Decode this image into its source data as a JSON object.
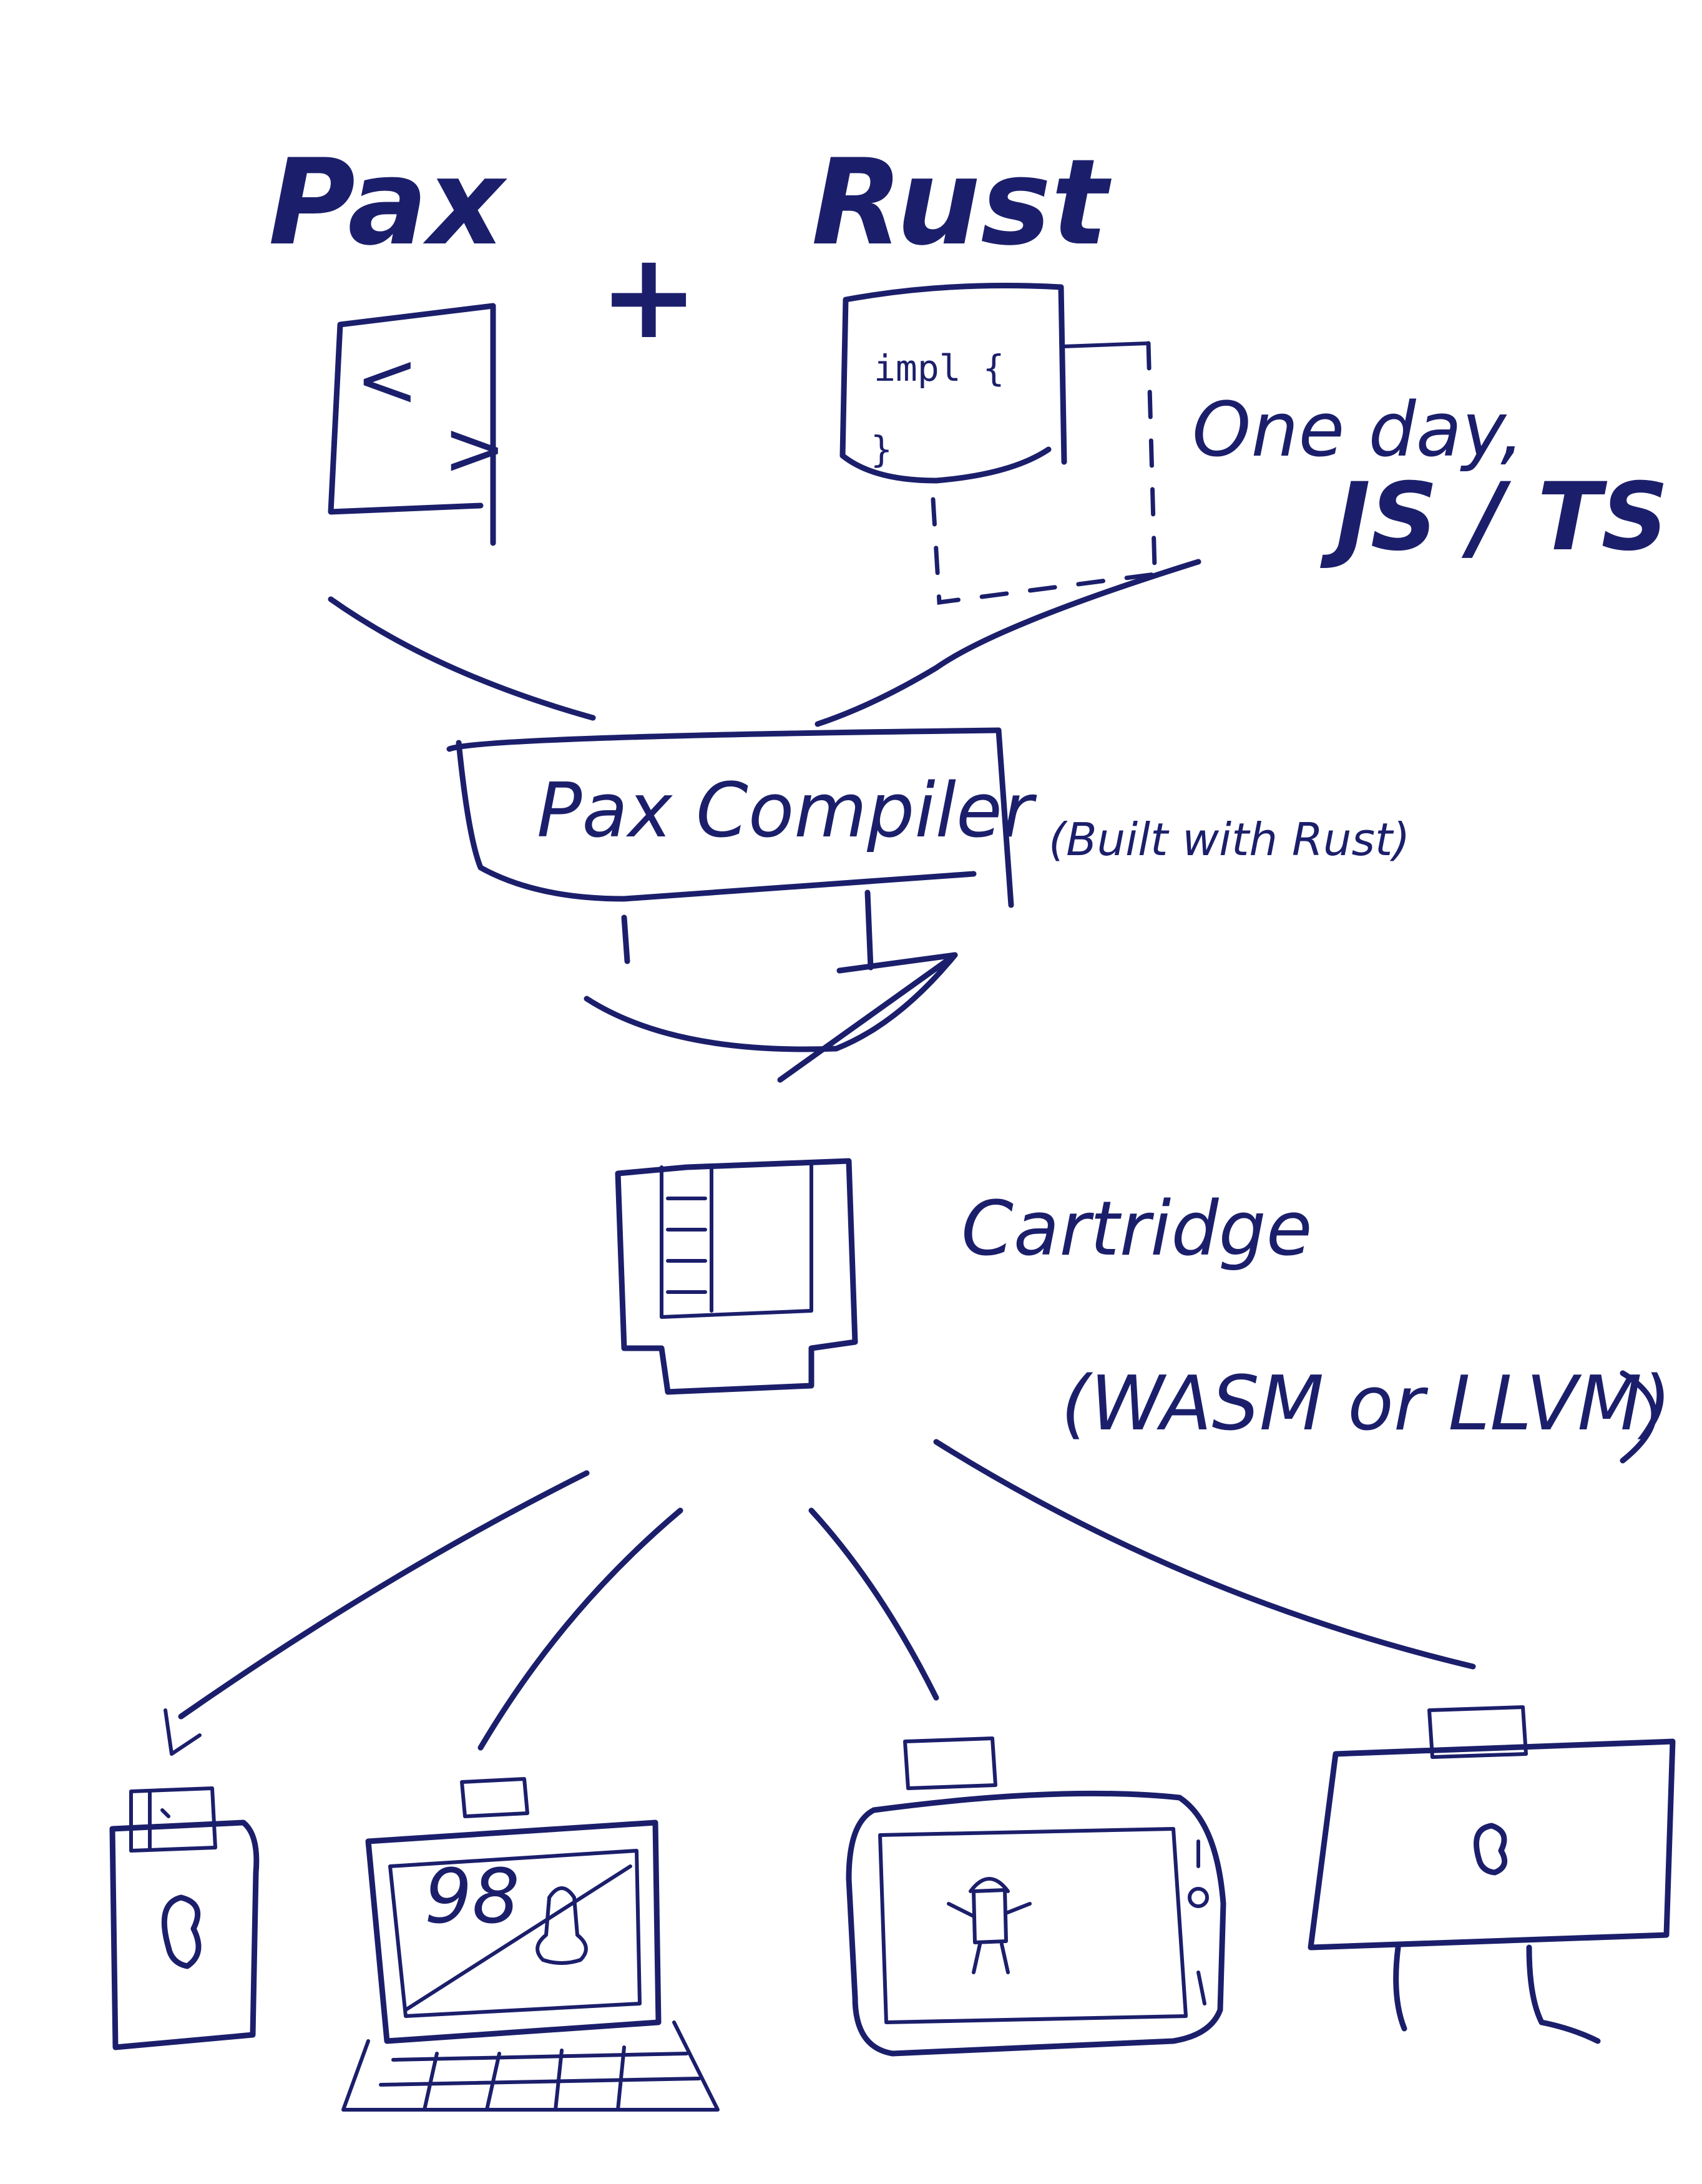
{
  "title_left": "Pax",
  "plus": "+",
  "title_right": "Rust",
  "pax_file": {
    "open_tag": "<",
    "close_tag": ">"
  },
  "rust_file": {
    "line1": "impl {",
    "line2": "}"
  },
  "future_note": {
    "line1": "One day,",
    "line2": "JS / TS"
  },
  "compiler": {
    "label": "Pax Compiler",
    "note": "(Built with Rust)"
  },
  "cartridge": {
    "label": "Cartridge",
    "format": "(WASM or LLVM)"
  },
  "targets": {
    "laptop_screen_text": "98"
  },
  "colors": {
    "ink": "#1b1f6b",
    "paper": "#ffffff"
  }
}
